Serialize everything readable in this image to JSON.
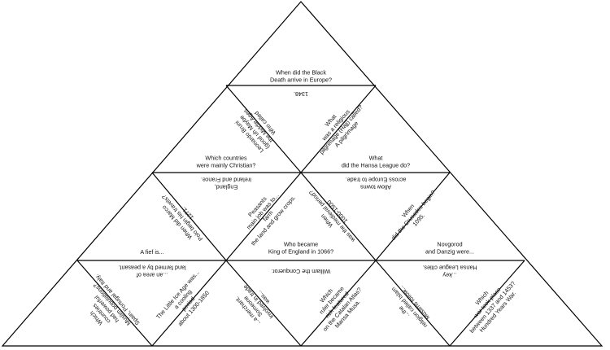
{
  "background_color": "#ffffff",
  "line_color": "#000000",
  "text_color": "#111111",
  "clues": {
    "c01": [
      "When did the Black",
      "Death arrive in Europe?"
    ],
    "c02": [
      "1348."
    ],
    "c03": [
      "Leonardo Bruni",
      "(good uh Maybe",
      "...the Middle Ages",
      "Who called"
    ],
    "c04": [
      "What",
      "was a religious",
      "pilgrimage (Hajj) called?",
      "A pilgrimage"
    ],
    "c05": [
      "Which countries",
      "were mainly Christian?"
    ],
    "c06": [
      "What",
      "did the Hansa League do?"
    ],
    "c07": [
      "England,",
      "Ireland and France."
    ],
    "c08": [
      "Allow towns",
      "across Europe to trade."
    ],
    "c09": [
      "When did Marco",
      "Polo begin his travels?",
      "1271."
    ],
    "c10": [
      "Peasants",
      "main job was to...",
      "farm",
      "the land and grow crops."
    ],
    "c11": [
      "When",
      "was the medieval period?",
      "1000-1500"
    ],
    "c12": [
      "When",
      "did the Crusades begin?",
      "1095."
    ],
    "c13": [
      "A fief is..."
    ],
    "c14": [
      "Who became",
      "King of England in 1066?"
    ],
    "c15": [
      "Novgorod",
      "and Danzig were..."
    ],
    "c16": [
      "...an area of",
      "land farmed by a peasant."
    ],
    "c17": [
      "William the Conqueror."
    ],
    "c18": [
      "...key",
      "Hansa League cities."
    ],
    "c19": [
      "Which",
      "countries",
      "had powerful",
      "Muslim populations?",
      "Spain, Portugal and Italy."
    ],
    "c20": [
      "The Little Ice Age was...",
      "a cooling",
      "period",
      "about 1300-1850"
    ],
    "c21": [
      "...a merchant.",
      "Someone",
      "involved in trade",
      "was..."
    ],
    "c22": [
      "Which",
      "ruler became",
      "rich featured",
      "on the Catalan Atlas?",
      "Mansa Musa."
    ],
    "c23": [
      "...the",
      "religion called Islam",
      "Muslims follow..."
    ],
    "c24": [
      "Which",
      "war took place",
      "between 1337 and 1453?",
      "Hundred Years War."
    ]
  }
}
